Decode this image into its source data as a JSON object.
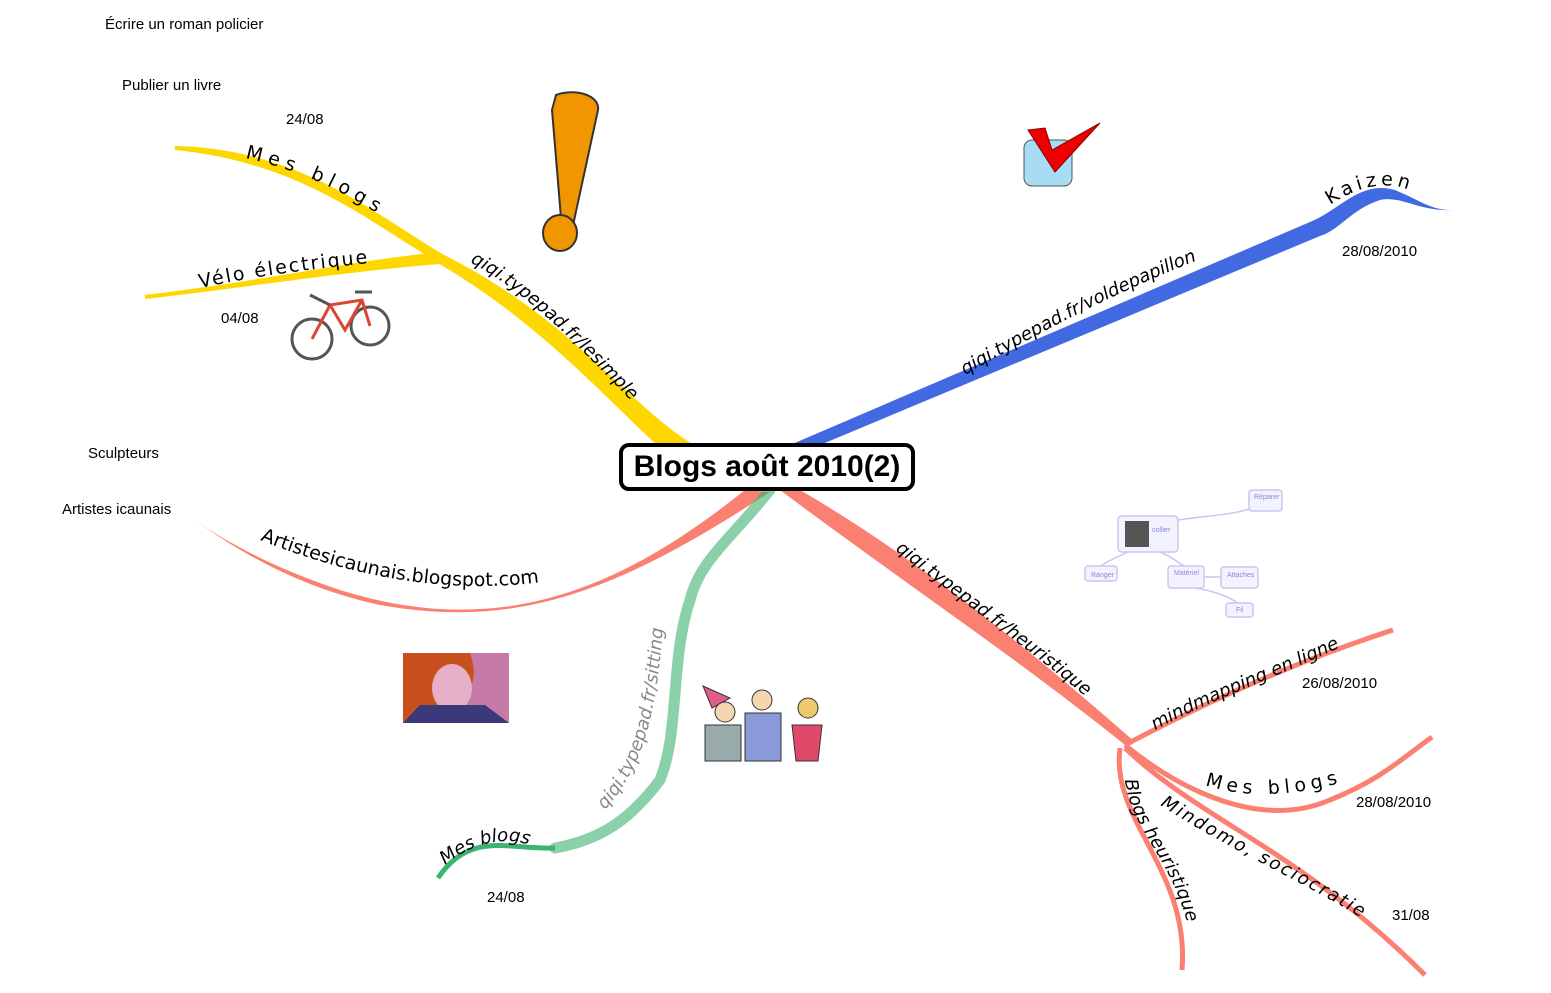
{
  "central_topic": "Blogs août 2010(2)",
  "branches": {
    "yellow": {
      "label": "qiqi.typepad.fr/lesimple",
      "children": [
        "Mes blogs",
        "Vélo électrique"
      ],
      "color": "#ffd700"
    },
    "blue": {
      "label": "qiqi.typepad.fr/voldepapillon",
      "children": [
        "Kaizen"
      ],
      "color": "#4169e1"
    },
    "salmon_left": {
      "label": "Artistesicaunais.blogspot.com",
      "color": "#fa8072"
    },
    "green": {
      "label": "qiqi.typepad.fr/sitting",
      "children": [
        "Mes blogs"
      ],
      "color": "#3cb371"
    },
    "salmon_right": {
      "label": "qiqi.typepad.fr/heuristique",
      "children": [
        "mindmapping en ligne",
        "Mes blogs",
        "Blogs heuristique",
        "Mindomo, sociocratie"
      ],
      "color": "#fa8072"
    }
  },
  "notes": {
    "roman": "Écrire un roman policier",
    "livre": "Publier un livre",
    "date_mes_blogs_yellow": "24/08",
    "date_velo": "04/08",
    "sculpteurs": "Sculpteurs",
    "artistes": "Artistes icaunais",
    "date_kaizen": "28/08/2010",
    "date_mindmapping": "26/08/2010",
    "date_mes_blogs_right": "28/08/2010",
    "date_mindomo": "31/08",
    "date_mes_blogs_green": "24/08"
  },
  "mini_map": {
    "root": "collier",
    "nodes": [
      "Réparer",
      "Ranger",
      "Matériel",
      "Attaches",
      "Fil"
    ]
  }
}
